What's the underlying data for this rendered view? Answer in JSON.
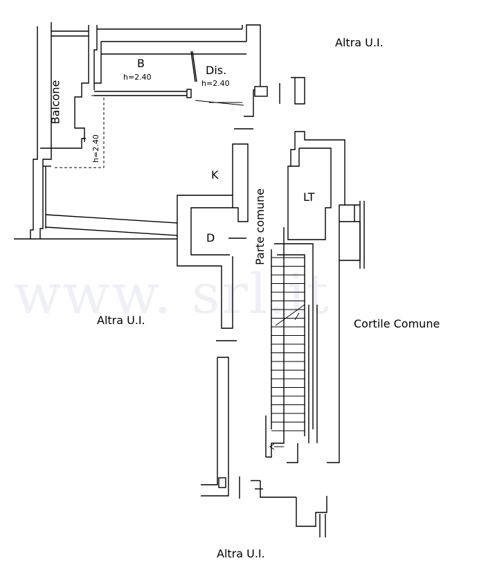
{
  "labels": {
    "altra_top_right": "Altra U.I.",
    "altra_left": "Altra U.I.",
    "altra_bottom": "Altra U.I.",
    "cortile": "Cortile Comune",
    "parte_comune": "Parte comune",
    "balcone": "Balcone",
    "balcone_h": "h=2.40"
  },
  "rooms": {
    "b": {
      "name": "B",
      "height": "h=2.40"
    },
    "dis": {
      "name": "Dis.",
      "height": "h=2.40"
    },
    "k": {
      "name": "K"
    },
    "d": {
      "name": "D"
    },
    "lt": {
      "name": "LT"
    }
  },
  "watermark": "www.     srl.it",
  "colors": {
    "lines": "#000000",
    "background": "#ffffff",
    "watermark": "#eef0f6"
  }
}
